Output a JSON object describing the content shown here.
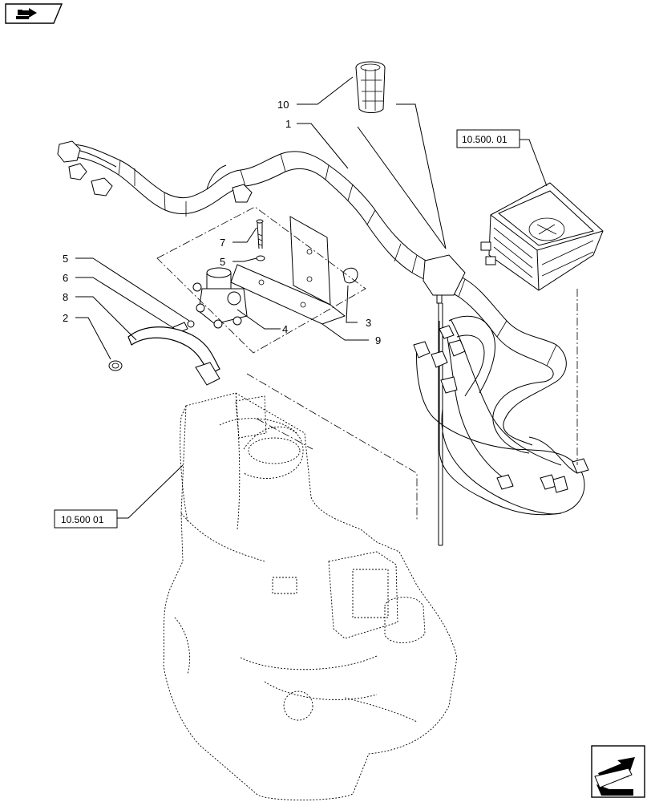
{
  "nav_icons": {
    "top_left": "folder-arrow-icon",
    "bottom_right": "next-page-arrow-icon"
  },
  "callouts": {
    "c1": "1",
    "c2": "2",
    "c3": "3",
    "c4": "4",
    "c5a": "5",
    "c5b": "5",
    "c6": "6",
    "c7": "7",
    "c8": "8",
    "c9": "9",
    "c10": "10"
  },
  "references": {
    "ecu": "10.500. 01",
    "tank": "10.500 01"
  }
}
